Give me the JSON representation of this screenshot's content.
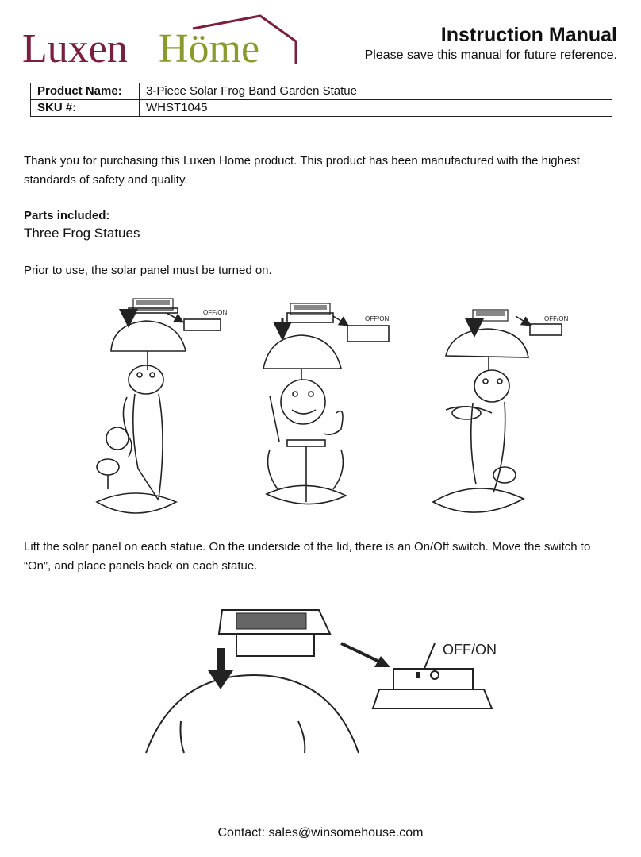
{
  "brand": {
    "part1": "Luxen",
    "part2": "Höme",
    "color1": "#7a1f3d",
    "color2": "#8a9a2e"
  },
  "header": {
    "title": "Instruction Manual",
    "subtitle": "Please save this manual for future reference."
  },
  "product_table": {
    "rows": [
      {
        "label": "Product Name:",
        "value": "3-Piece Solar Frog Band Garden Statue"
      },
      {
        "label": "SKU #:",
        "value": "WHST1045"
      }
    ]
  },
  "intro": "Thank you for purchasing this Luxen Home product. This product has been manufactured with the highest standards of safety and quality.",
  "parts": {
    "heading": "Parts included:",
    "items": [
      "Three Frog Statues"
    ]
  },
  "prior_note": "Prior to use, the solar panel must be turned on.",
  "statue_labels": [
    "OFF/ON",
    "OFF/ON",
    "OFF/ON"
  ],
  "lift_note": "Lift the solar panel on each statue. On the underside of the lid, there is an On/Off switch. Move the switch to “On”, and place panels back on each statue.",
  "switch_label": "OFF/ON",
  "contact": "Contact: sales@winsomehouse.com"
}
